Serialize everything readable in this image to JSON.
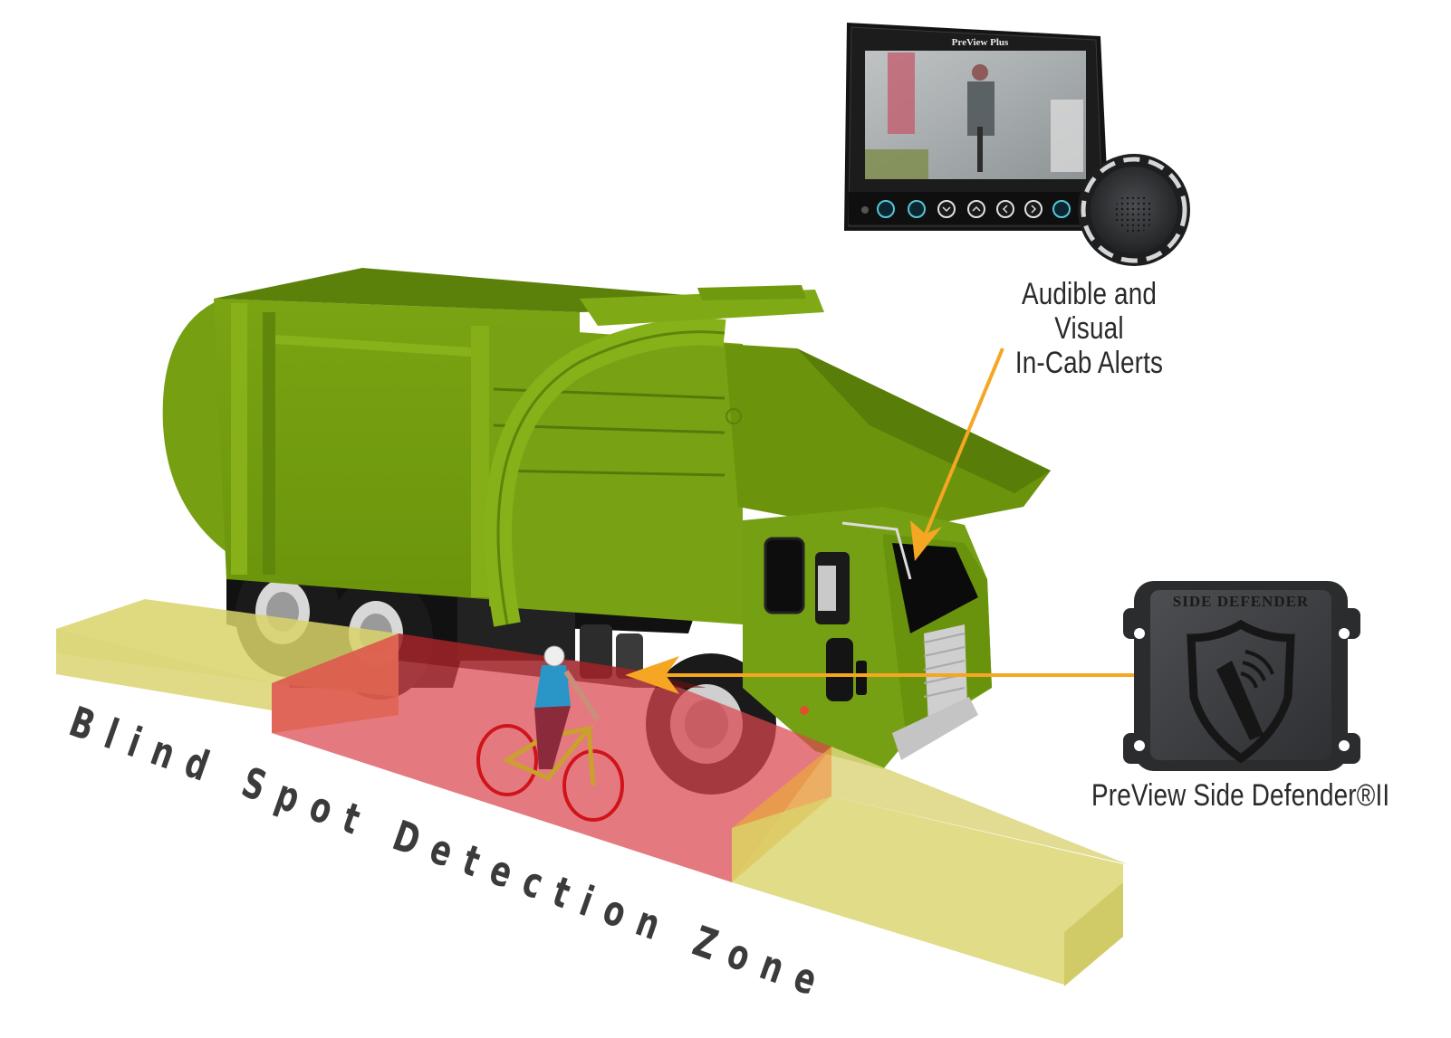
{
  "diagram": {
    "title": "Blind Spot Detection Zone",
    "callouts": {
      "in_cab_alerts": {
        "line1": "Audible and Visual",
        "line2": "In-Cab Alerts"
      },
      "sensor": {
        "label": "PreView Side Defender®II"
      }
    },
    "zone_label": "Blind Spot Detection Zone",
    "monitor": {
      "brand": "PreView Plus",
      "buttons": [
        "power-icon",
        "menu-icon",
        "chevron-down-icon",
        "chevron-up-icon",
        "chevron-left-icon",
        "chevron-right-icon",
        "camera-select-icon"
      ]
    },
    "sensor_device": {
      "brand_text": "SIDE DEFENDER",
      "logo": "shield-v-radar-icon"
    },
    "colors": {
      "truck_green": "#6f9a0e",
      "truck_green_light": "#86b116",
      "truck_green_dark": "#4f7008",
      "zone_yellow": "#d9d36a",
      "zone_red": "#d9474f",
      "arrow_orange": "#f5a623",
      "text_dark": "#3b3b3b"
    }
  }
}
